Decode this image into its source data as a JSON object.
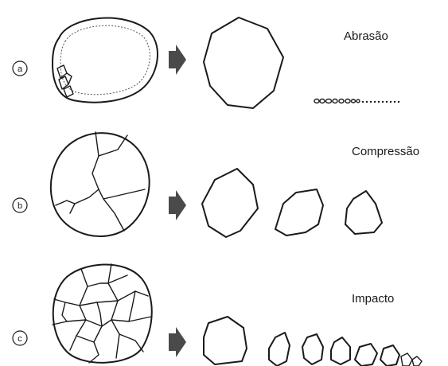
{
  "rows": [
    {
      "letter": "a",
      "process": "Abrasão"
    },
    {
      "letter": "b",
      "process": "Compressão"
    },
    {
      "letter": "c",
      "process": "Impacto"
    }
  ]
}
